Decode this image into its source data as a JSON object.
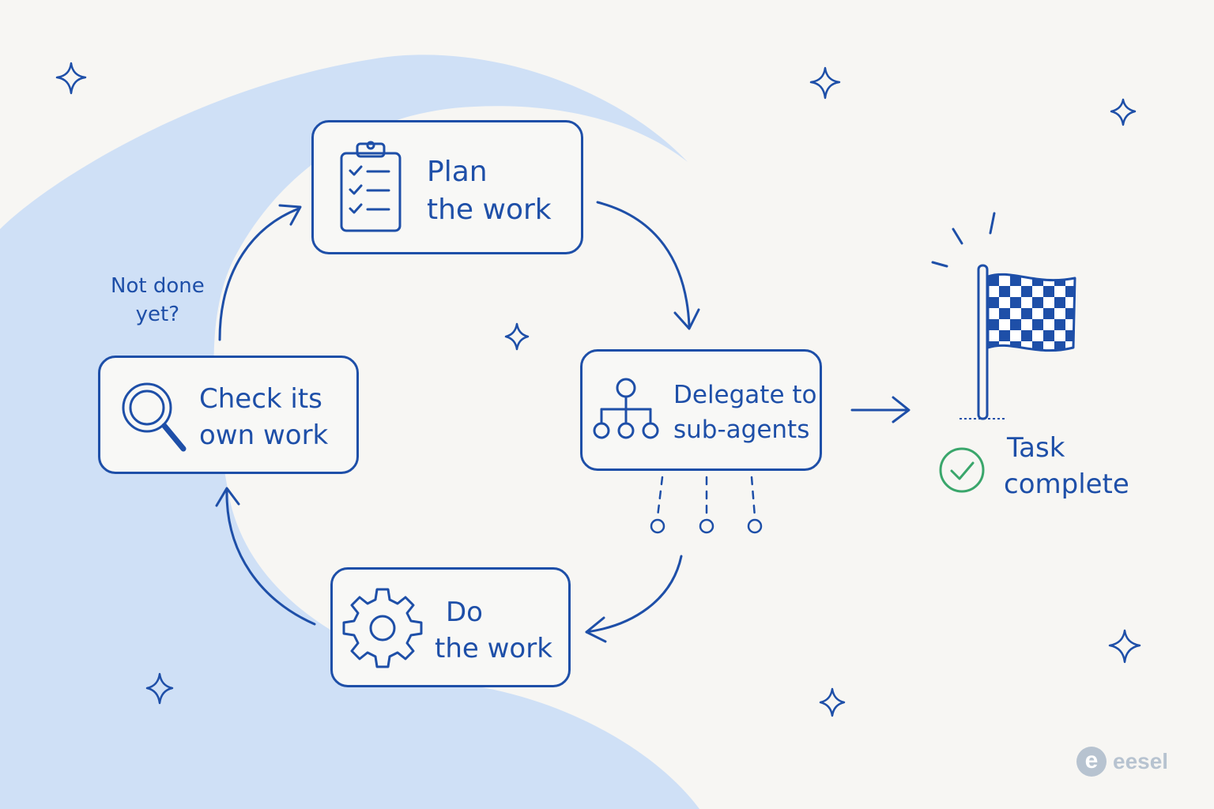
{
  "steps": {
    "plan": {
      "line1": "Plan",
      "line2": "the work",
      "icon": "clipboard-checklist-icon"
    },
    "delegate": {
      "line1": "Delegate to",
      "line2": "sub-agents",
      "icon": "org-chart-icon"
    },
    "do": {
      "line1": "Do",
      "line2": "the work",
      "icon": "gear-icon"
    },
    "check": {
      "line1": "Check its",
      "line2": "own work",
      "icon": "magnifier-icon"
    }
  },
  "loop_note": {
    "line1": "Not done",
    "line2": "yet?"
  },
  "completion": {
    "line1": "Task",
    "line2": "complete",
    "icon": "checkered-flag-icon",
    "status_icon": "check-circle-icon"
  },
  "brand": {
    "mark": "e",
    "name": "eesel"
  },
  "colors": {
    "ink": "#1e4fa8",
    "wave": "#cfe0f6",
    "background": "#f7f6f3",
    "success": "#3aa66b",
    "brand": "#b7c3d0"
  }
}
